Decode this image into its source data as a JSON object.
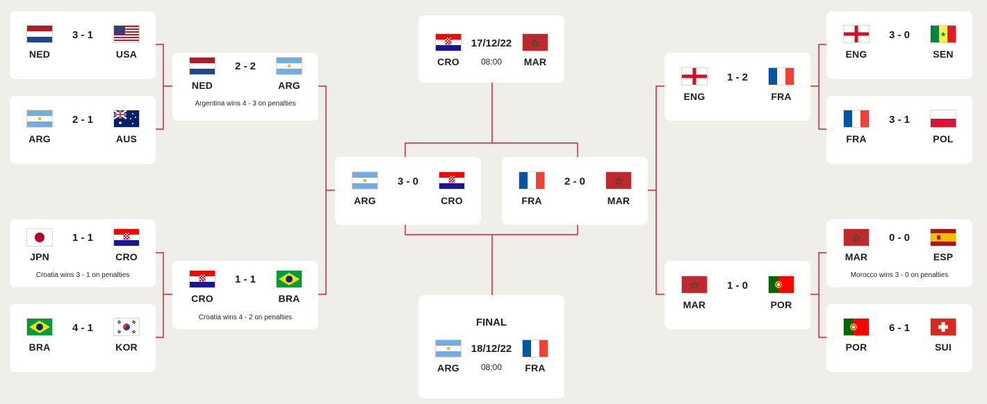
{
  "round_of_16": {
    "m1": {
      "home": "NED",
      "away": "USA",
      "score": "3 - 1"
    },
    "m2": {
      "home": "ARG",
      "away": "AUS",
      "score": "2 - 1"
    },
    "m3": {
      "home": "JPN",
      "away": "CRO",
      "score": "1 - 1",
      "note": "Croatia wins 3 - 1 on penalties"
    },
    "m4": {
      "home": "BRA",
      "away": "KOR",
      "score": "4 - 1"
    },
    "m5": {
      "home": "ENG",
      "away": "SEN",
      "score": "3 - 0"
    },
    "m6": {
      "home": "FRA",
      "away": "POL",
      "score": "3 - 1"
    },
    "m7": {
      "home": "MAR",
      "away": "ESP",
      "score": "0 - 0",
      "note": "Morocco wins 3 - 0 on penalties"
    },
    "m8": {
      "home": "POR",
      "away": "SUI",
      "score": "6 - 1"
    }
  },
  "quarter_finals": {
    "q1": {
      "home": "NED",
      "away": "ARG",
      "score": "2 - 2",
      "note": "Argentina wins 4 - 3 on penalties"
    },
    "q2": {
      "home": "CRO",
      "away": "BRA",
      "score": "1 - 1",
      "note": "Croatia wins 4 - 2 on penalties"
    },
    "q3": {
      "home": "ENG",
      "away": "FRA",
      "score": "1 - 2"
    },
    "q4": {
      "home": "MAR",
      "away": "POR",
      "score": "1 - 0"
    }
  },
  "semi_finals": {
    "s1": {
      "home": "ARG",
      "away": "CRO",
      "score": "3 - 0"
    },
    "s2": {
      "home": "FRA",
      "away": "MAR",
      "score": "2 - 0"
    }
  },
  "third_place": {
    "home": "CRO",
    "away": "MAR",
    "date": "17/12/22",
    "time": "08:00"
  },
  "final": {
    "title": "FINAL",
    "home": "ARG",
    "away": "FRA",
    "date": "18/12/22",
    "time": "08:00"
  },
  "colors": {
    "bracket_line": "#c0274a",
    "background": "#efeee9",
    "card": "#ffffff"
  }
}
